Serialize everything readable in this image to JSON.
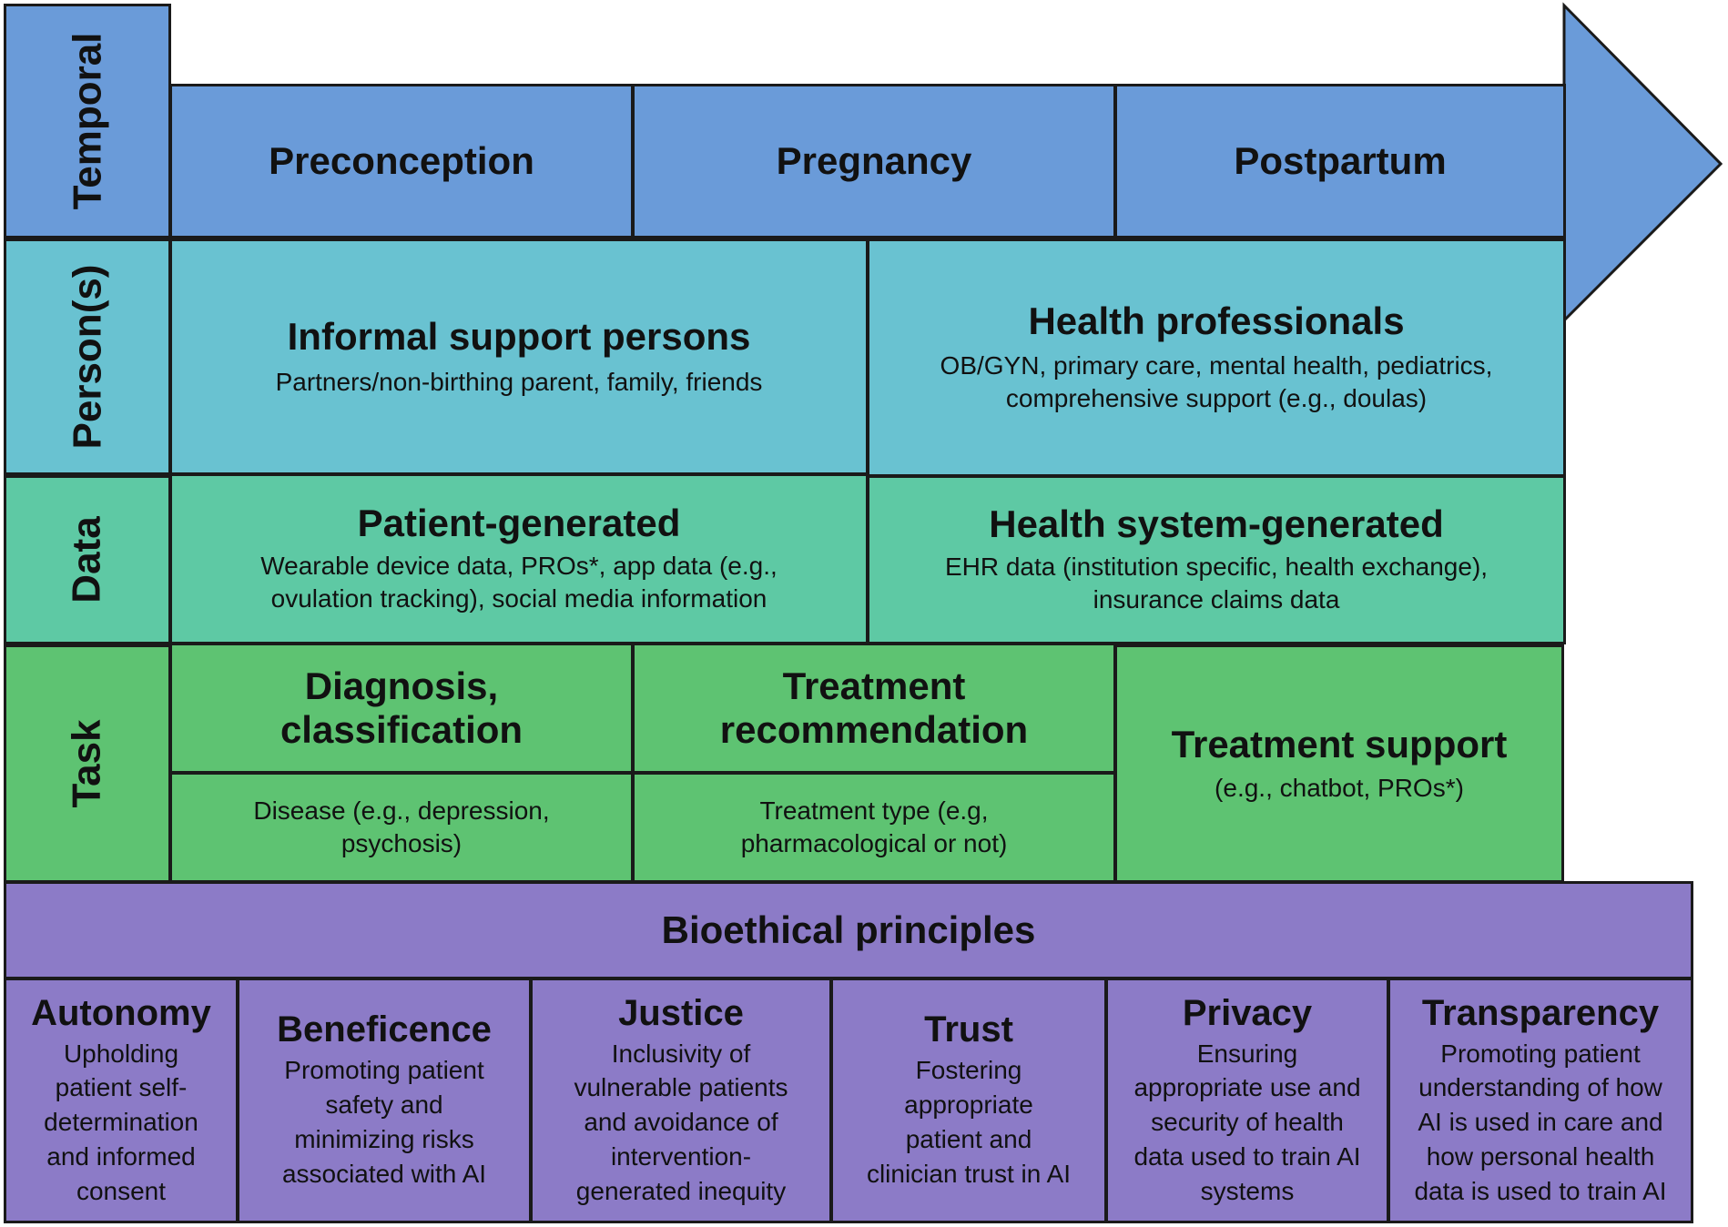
{
  "temporal": {
    "label": "Temporal",
    "stages": [
      "Preconception",
      "Pregnancy",
      "Postpartum"
    ]
  },
  "persons": {
    "label": "Person(s)",
    "informal": {
      "title": "Informal support persons",
      "desc": "Partners/non-birthing parent, family, friends"
    },
    "professionals": {
      "title": "Health professionals",
      "desc_line1": "OB/GYN, primary care, mental health, pediatrics,",
      "desc_line2": "comprehensive support (e.g., doulas)"
    }
  },
  "data": {
    "label": "Data",
    "patient": {
      "title": "Patient-generated",
      "desc_line1": "Wearable device data, PROs*, app data (e.g.,",
      "desc_line2": "ovulation tracking), social media information"
    },
    "system": {
      "title": "Health system-generated",
      "desc_line1": "EHR data (institution specific, health exchange),",
      "desc_line2": "insurance claims data"
    }
  },
  "task": {
    "label": "Task",
    "diagnosis": {
      "title_line1": "Diagnosis,",
      "title_line2": "classification",
      "desc_line1": "Disease (e.g., depression,",
      "desc_line2": "psychosis)"
    },
    "treatment_rec": {
      "title_line1": "Treatment",
      "title_line2": "recommendation",
      "desc_line1": "Treatment type (e.g,",
      "desc_line2": "pharmacological or not)"
    },
    "treatment_support": {
      "title": "Treatment support",
      "desc": "(e.g., chatbot, PROs*)"
    }
  },
  "bioethics": {
    "header": "Bioethical principles",
    "principles": [
      {
        "title": "Autonomy",
        "lines": [
          "Upholding",
          "patient self-",
          "determination",
          "and informed",
          "consent"
        ]
      },
      {
        "title": "Beneficence",
        "lines": [
          "Promoting patient",
          "safety and",
          "minimizing risks",
          "associated with AI"
        ]
      },
      {
        "title": "Justice",
        "lines": [
          "Inclusivity of",
          "vulnerable patients",
          "and avoidance of",
          "intervention-",
          "generated inequity"
        ]
      },
      {
        "title": "Trust",
        "lines": [
          "Fostering",
          "appropriate",
          "patient and",
          "clinician trust in AI"
        ]
      },
      {
        "title": "Privacy",
        "lines": [
          "Ensuring",
          "appropriate use and",
          "security of health",
          "data used to train AI",
          "systems"
        ]
      },
      {
        "title": "Transparency",
        "lines": [
          "Promoting patient",
          "understanding of how",
          "AI is used in care and",
          "how personal health",
          "data is used to train AI"
        ]
      }
    ]
  },
  "colors": {
    "temporal": "#6a9bd9",
    "persons": "#69c2d1",
    "data": "#5ec9a4",
    "task": "#5ec372",
    "bioethics": "#8c7bc7"
  }
}
